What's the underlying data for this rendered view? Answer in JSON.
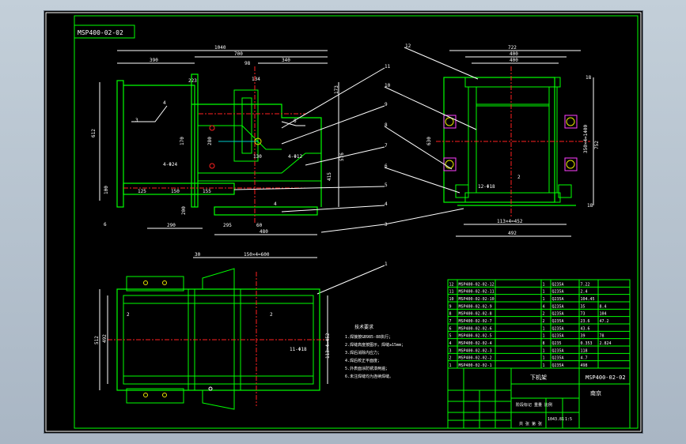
{
  "drawing": {
    "number_mirrored": "MSP400-02-02"
  },
  "front": {
    "dims": [
      "1040",
      "390",
      "700",
      "340",
      "98",
      "223",
      "134",
      "612",
      "576",
      "415",
      "173",
      "170",
      "280",
      "130",
      "4-Φ12",
      "4-Φ24",
      "125",
      "150",
      "155",
      "100",
      "200",
      "290",
      "295",
      "60",
      "480"
    ],
    "welds": [
      "4",
      "3",
      "6",
      "6",
      "4"
    ]
  },
  "side": {
    "dims": [
      "722",
      "400",
      "400",
      "350×4=1400",
      "752",
      "630",
      "18",
      "18",
      "113×4=452",
      "492",
      "12-Φ18"
    ],
    "welds": [
      "2"
    ]
  },
  "plan": {
    "dims": [
      "150×4=600",
      "30",
      "512",
      "492",
      "113×4=452",
      "11-Φ18"
    ],
    "welds": [
      "2",
      "2"
    ]
  },
  "balloons": [
    "12",
    "11",
    "10",
    "9",
    "8",
    "7",
    "6",
    "5",
    "4",
    "3",
    "1"
  ],
  "notes": {
    "title": "技术要求",
    "items": [
      "1.焊接按GB985-88执行；",
      "2.焊缝高度按图示，焊缝≥15mm；",
      "3.焊后消除内应力；",
      "4.焊后校正平面度；",
      "5.外表面涂防锈漆两遍；",
      "6.未注焊缝均为连续焊缝。"
    ]
  },
  "bom": {
    "rows": [
      [
        "12",
        "MSP400-02-02-12",
        "",
        "1",
        "Q235A",
        "7.22",
        ""
      ],
      [
        "11",
        "MSP400-02-02-11",
        "",
        "1",
        "Q235A",
        "2.4",
        ""
      ],
      [
        "10",
        "MSP400-02-02-10",
        "",
        "1",
        "Q235A",
        "104.45",
        ""
      ],
      [
        "9",
        "MSP400-02-02-9",
        "",
        "4",
        "Q235A",
        "35",
        "8.4"
      ],
      [
        "8",
        "MSP400-02-02-8",
        "",
        "2",
        "Q235A",
        "73",
        "104"
      ],
      [
        "7",
        "MSP400-02-02-7",
        "",
        "2",
        "Q235A",
        "23.6",
        "47.2"
      ],
      [
        "6",
        "MSP400-02-02-6",
        "",
        "1",
        "Q235A",
        "43.6",
        ""
      ],
      [
        "5",
        "MSP400-02-02-5",
        "",
        "1",
        "Q235A",
        "39",
        "78"
      ],
      [
        "4",
        "MSP400-02-02-4",
        "",
        "8",
        "Q235",
        "0.353",
        "2.824"
      ],
      [
        "3",
        "MSP400-02-02-3",
        "",
        "1",
        "Q235A",
        "118",
        ""
      ],
      [
        "2",
        "MSP400-02-02-2",
        "",
        "1",
        "Q235A",
        "4.7",
        ""
      ],
      [
        "1",
        "MSP400-02-02-1",
        "",
        "1",
        "Q235A",
        "498",
        ""
      ]
    ]
  },
  "title_block": {
    "name": "下机架",
    "drawing_number": "MSP400-02-02",
    "company": "南京",
    "stage_label": "阶段标记 重量 比例",
    "weight": "1043.81",
    "scale": "1:5",
    "sheet": "共 张 第 张"
  }
}
